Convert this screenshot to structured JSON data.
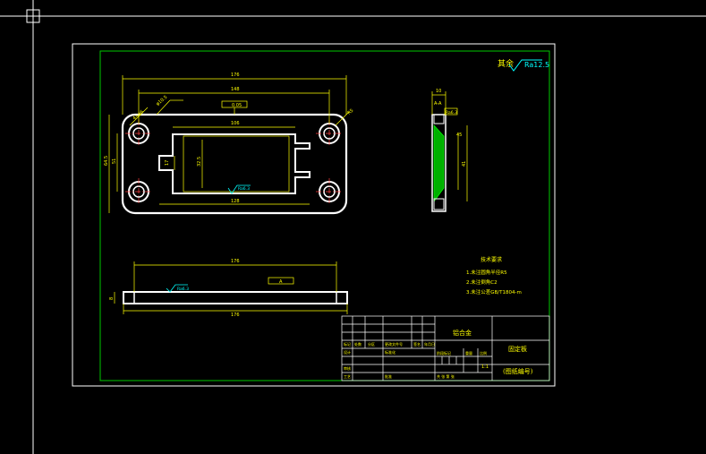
{
  "drawing": {
    "roughness_note": "其余",
    "roughness_value": "Ra12.5",
    "tech_req": {
      "title": "技术要求",
      "items": [
        "1.未注圆角半径R5",
        "2.未注倒角C2",
        "3.未注公差GB/T1804-m"
      ]
    },
    "title_block": {
      "material": "铝合金",
      "part_name": "固定板",
      "drawing_no": "(图纸编号)",
      "scale": "1:1",
      "headers": [
        "标记",
        "处数",
        "分区",
        "更改文件号",
        "签名",
        "年月日"
      ],
      "rows": [
        "设计",
        "审核",
        "工艺"
      ],
      "labels": {
        "std": "标准化",
        "stage": "阶段标记",
        "weight": "重量",
        "ratio": "比例",
        "sheet": "共 张 第 张",
        "approve": "批准"
      }
    },
    "dims": {
      "top_overall": "176",
      "top_inner": "148",
      "slot_len": "106",
      "slot_bottom": "128",
      "hole_dia": "φ10.5",
      "hole_label_left": "4×φ6",
      "hole_label_right": "R5",
      "left_height": "64.5",
      "left_height2": "51",
      "slot_h": "32.5",
      "slot_w": "17",
      "side_thk": "10",
      "side_h1": "45",
      "side_h2": "41",
      "bottom_len": "176",
      "bottom_len2": "176",
      "bottom_thk": "8",
      "flatness": "0.05",
      "rough_a": "Ra6.3",
      "rough_b": "Ra6.3",
      "rough_c": "Ra6.3",
      "tol_a": "A",
      "side_mark": "A-A"
    }
  }
}
